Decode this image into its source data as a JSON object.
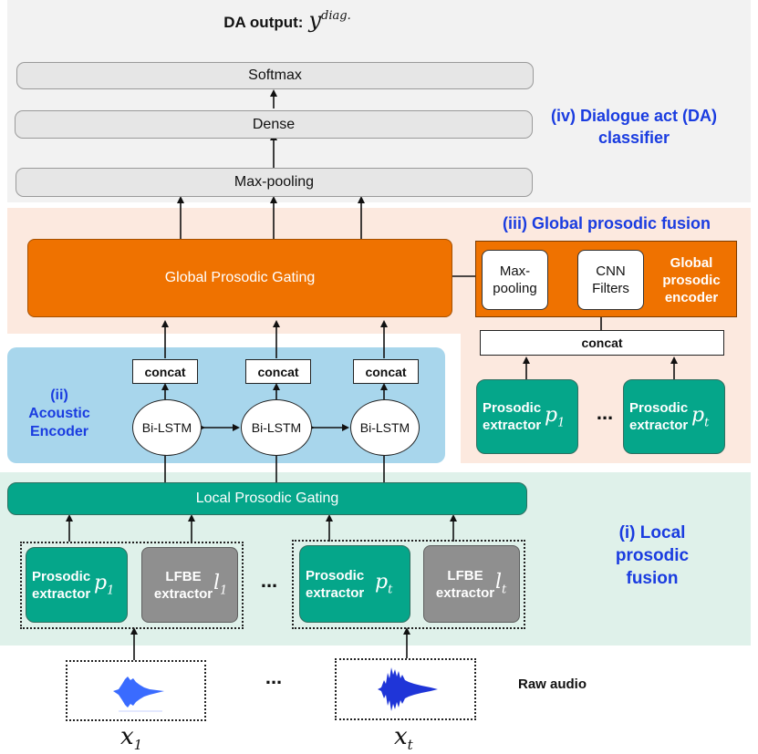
{
  "output_label": {
    "prefix": "DA output:",
    "symbol": "y",
    "superscript": "diag."
  },
  "classifier": {
    "softmax": "Softmax",
    "dense": "Dense",
    "maxpool": "Max-pooling",
    "title": "(iv) Dialogue act (DA) classifier"
  },
  "global_fusion": {
    "title": "(iii) Global prosodic fusion",
    "gating": "Global Prosodic Gating",
    "encoder_maxpool": "Max- pooling",
    "cnn_filters": "CNN Filters",
    "encoder_label": "Global prosodic encoder",
    "concat": "concat",
    "prosodic_extractor": "Prosodic extractor",
    "p1": "p",
    "p1_sub": "1",
    "pt": "p",
    "pt_sub": "t",
    "ellipsis": "..."
  },
  "acoustic": {
    "title_1": "(ii)",
    "title_2": "Acoustic",
    "title_3": "Encoder",
    "concat": "concat",
    "bilstm": "Bi-LSTM"
  },
  "local_fusion": {
    "gating": "Local Prosodic Gating",
    "title": "(i) Local prosodic fusion",
    "prosodic_extractor": "Prosodic extractor",
    "lfbe_extractor": "LFBE extractor",
    "p1": "p",
    "p1_sub": "1",
    "l1": "l",
    "l1_sub": "1",
    "pt": "p",
    "pt_sub": "t",
    "lt": "l",
    "lt_sub": "t",
    "ellipsis": "..."
  },
  "audio": {
    "label": "Raw audio",
    "x1": "x",
    "x1_sub": "1",
    "xt": "x",
    "xt_sub": "t",
    "ellipsis": "..."
  },
  "colors": {
    "teal": "#05a68a",
    "orange": "#ef7200",
    "gray": "#8f8f8f",
    "blue_text": "#1a3ce0",
    "light_blue": "#a8d6ec",
    "peach": "#fce9df",
    "mint": "#dff1ea",
    "top_gray": "#f2f2f2"
  }
}
